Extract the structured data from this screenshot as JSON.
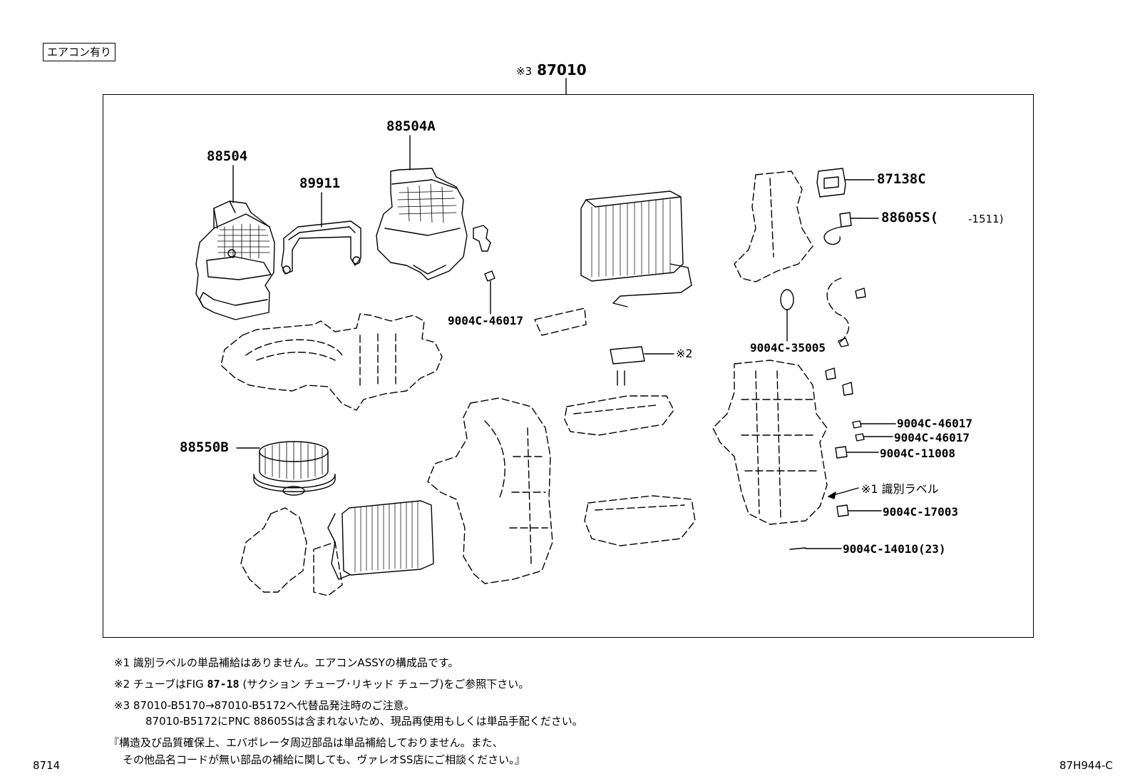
{
  "header": {
    "condition": "エアコン有り",
    "assembly_mark": "※3",
    "assembly_part": "87010"
  },
  "parts": {
    "p88504": "88504",
    "p88504a": "88504A",
    "p89911": "89911",
    "p88550b": "88550B",
    "p87138c": "87138C",
    "p88605s": "88605S(",
    "p88605s_range": "-1511)",
    "p9004c_46017_a": "9004C-46017",
    "p9004c_35005": "9004C-35005",
    "p9004c_46017_b": "9004C-46017",
    "p9004c_46017_c": "9004C-46017",
    "p9004c_11008": "9004C-11008",
    "p9004c_17003": "9004C-17003",
    "p9004c_14010": "9004C-14010(23)"
  },
  "callouts": {
    "tube_mark": "※2",
    "label_mark": "※1 識別ラベル"
  },
  "notes": {
    "n1": "※1  識別ラベルの単品補給はありません。エアコンASSYの構成品です。",
    "n2_pre": "※2  チューブはFIG ",
    "n2_bold": "87-18",
    "n2_post": " (サクション チューブ･リキッド チューブ)をご参照下さい。",
    "n3_line1": "※3  87010-B5170→87010-B5172へ代替品発注時のご注意。",
    "n3_line2": "87010-B5172にPNC 88605Sは含まれないため、現品再使用もしくは単品手配ください。",
    "n4_line1": "『構造及び品質確保上、エバポレータ周辺部品は単品補給しておりません。また、",
    "n4_line2": "その他品名コードが無い部品の補給に関しても、ヴァレオSS店にご相談ください。』"
  },
  "footer": {
    "page_code": "8714",
    "figure_code": "87H944-C"
  }
}
